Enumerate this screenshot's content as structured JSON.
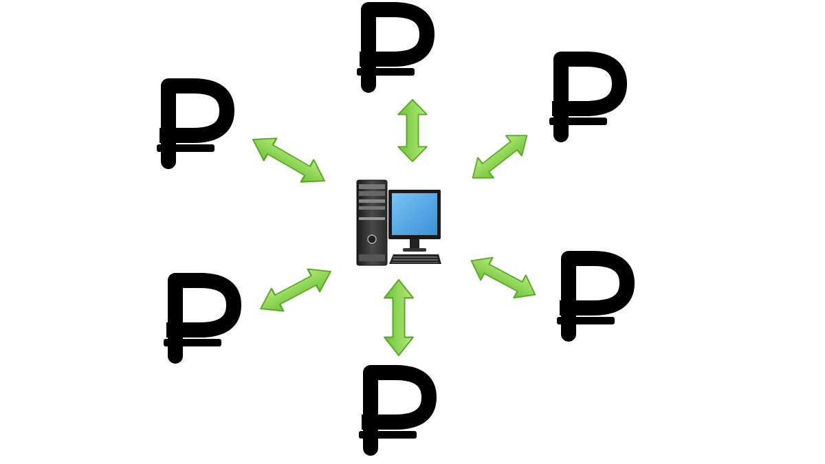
{
  "diagram": {
    "hub": {
      "icon": "desktop-computer-icon"
    },
    "nodes": [
      {
        "name": "ruble-node-top",
        "icon": "ruble-sign-icon"
      },
      {
        "name": "ruble-node-top-right",
        "icon": "ruble-sign-icon"
      },
      {
        "name": "ruble-node-bottom-right",
        "icon": "ruble-sign-icon"
      },
      {
        "name": "ruble-node-bottom",
        "icon": "ruble-sign-icon"
      },
      {
        "name": "ruble-node-bottom-left",
        "icon": "ruble-sign-icon"
      },
      {
        "name": "ruble-node-top-left",
        "icon": "ruble-sign-icon"
      }
    ],
    "connector": {
      "icon": "double-arrow-icon",
      "direction": "bidirectional"
    },
    "colors": {
      "background": "#ffffff",
      "ruble": "#000000",
      "arrow_fill": "#8ed44f",
      "arrow_stroke": "#5aa629",
      "monitor_screen": "#4fa6e8",
      "tower": "#333333"
    }
  }
}
